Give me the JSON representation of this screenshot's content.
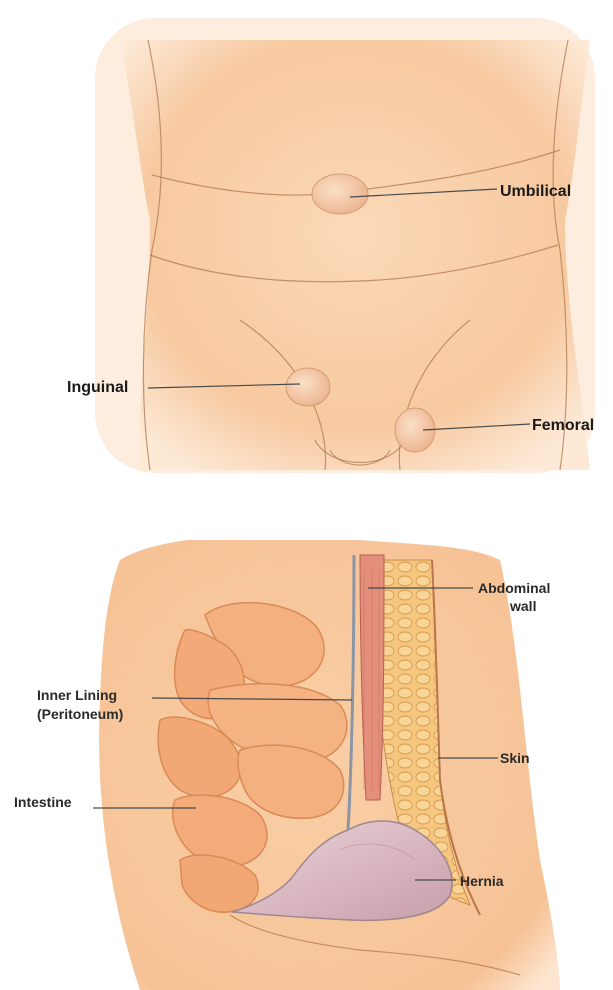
{
  "top_figure": {
    "labels": {
      "umbilical": "Umbilical",
      "inguinal": "Inguinal",
      "femoral": "Femoral"
    }
  },
  "bottom_figure": {
    "labels": {
      "abdominal_wall_line1": "Abdominal",
      "abdominal_wall_line2": "wall",
      "inner_lining_line1": "Inner Lining",
      "inner_lining_line2": "(Peritoneum)",
      "skin": "Skin",
      "intestine": "Intestine",
      "hernia": "Hernia"
    }
  },
  "colors": {
    "skin_tone": "#f6caa0",
    "skin_light": "#fde3c8",
    "intestine": "#f3b07d",
    "fat": "#f2c27a",
    "hernia_sac": "#d9b8c0",
    "leader_line": "#4a4a4a"
  }
}
